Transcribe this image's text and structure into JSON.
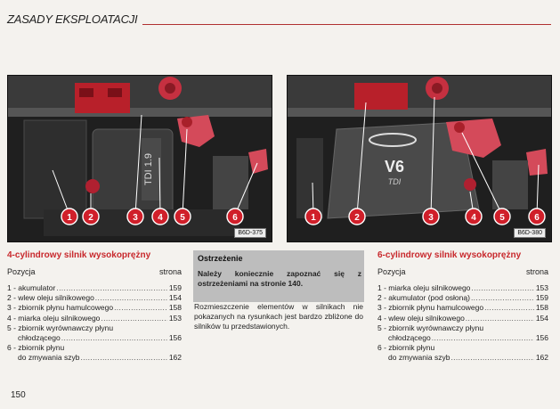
{
  "header": {
    "title": "ZASADY EKSPLOATACJI"
  },
  "left_photo": {
    "code": "B6D-375",
    "callouts": [
      "1",
      "2",
      "3",
      "4",
      "5",
      "6"
    ]
  },
  "right_photo": {
    "code": "B6D-380",
    "callouts": [
      "1",
      "2",
      "3",
      "4",
      "5",
      "6"
    ]
  },
  "left": {
    "title": "4-cylindrowy silnik wysokoprężny",
    "col_position": "Pozycja",
    "col_page": "strona",
    "items": [
      {
        "label": "1 - akumulator",
        "page": "159"
      },
      {
        "label": "2 - wlew oleju silnikowego",
        "page": "154"
      },
      {
        "label": "3 - zbiornik płynu hamulcowego",
        "page": "158"
      },
      {
        "label": "4 - miarka oleju silnikowego",
        "page": "153"
      },
      {
        "label": "5 - zbiornik wyrównawczy płynu"
      },
      {
        "label": "chłodzącego",
        "page": "156",
        "cont": true
      },
      {
        "label": "6 - zbiornik płynu"
      },
      {
        "label": "do zmywania szyb",
        "page": "162",
        "cont": true
      }
    ]
  },
  "warning": {
    "title": "Ostrzeżenie",
    "text": "Należy koniecznie zapoznać się z ostrzeżeniami na stronie 140."
  },
  "note": "Rozmieszczenie elementów w silnikach nie pokazanych na rysunkach jest bardzo zbliżone do silników tu przedstawionych.",
  "right": {
    "title": "6-cylindrowy silnik wysokoprężny",
    "col_position": "Pozycja",
    "col_page": "strona",
    "items": [
      {
        "label": "1 - miarka oleju silnikowego",
        "page": "153"
      },
      {
        "label": "2 - akumulator (pod osłoną)",
        "page": "159"
      },
      {
        "label": "3 - zbiornik płynu hamulcowego",
        "page": "158"
      },
      {
        "label": "4 - wlew oleju silnikowego",
        "page": "154"
      },
      {
        "label": "5 - zbiornik wyrównawczy płynu"
      },
      {
        "label": "chłodzącego",
        "page": "156",
        "cont": true
      },
      {
        "label": "6 - zbiornik płynu"
      },
      {
        "label": "do zmywania szyb",
        "page": "162",
        "cont": true
      }
    ]
  },
  "page_number": "150",
  "colors": {
    "accent": "#c8282c",
    "callout": "#d01f2a",
    "warning_bg": "#bdbdbd"
  }
}
